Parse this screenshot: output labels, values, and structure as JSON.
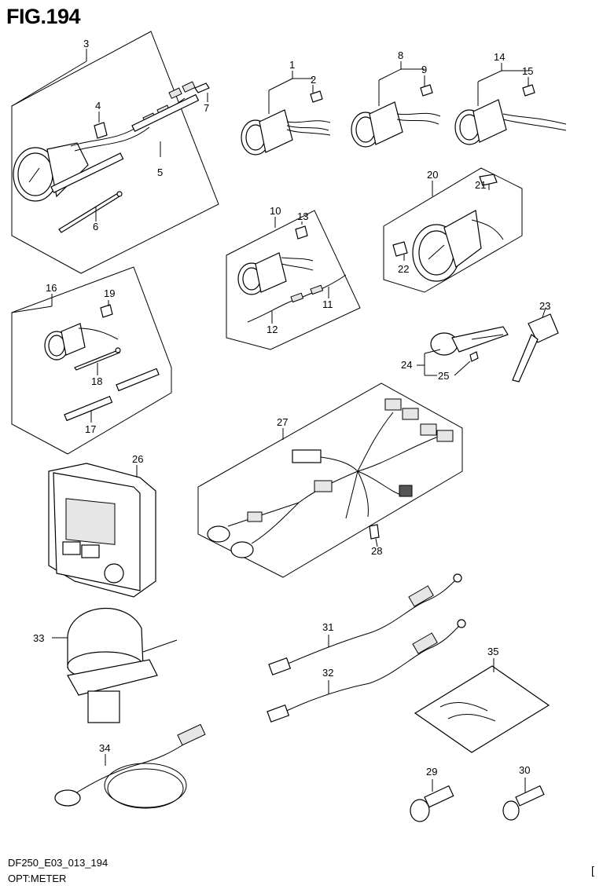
{
  "figure_title": "FIG.194",
  "footer": {
    "code": "DF250_E03_013_194",
    "name": "OPT:METER"
  },
  "corner_mark": "[",
  "callouts": [
    "1",
    "2",
    "3",
    "4",
    "5",
    "6",
    "7",
    "8",
    "9",
    "10",
    "11",
    "12",
    "13",
    "14",
    "15",
    "16",
    "17",
    "18",
    "19",
    "20",
    "21",
    "22",
    "23",
    "24",
    "25",
    "26",
    "27",
    "28",
    "29",
    "30",
    "31",
    "32",
    "33",
    "34",
    "35"
  ]
}
